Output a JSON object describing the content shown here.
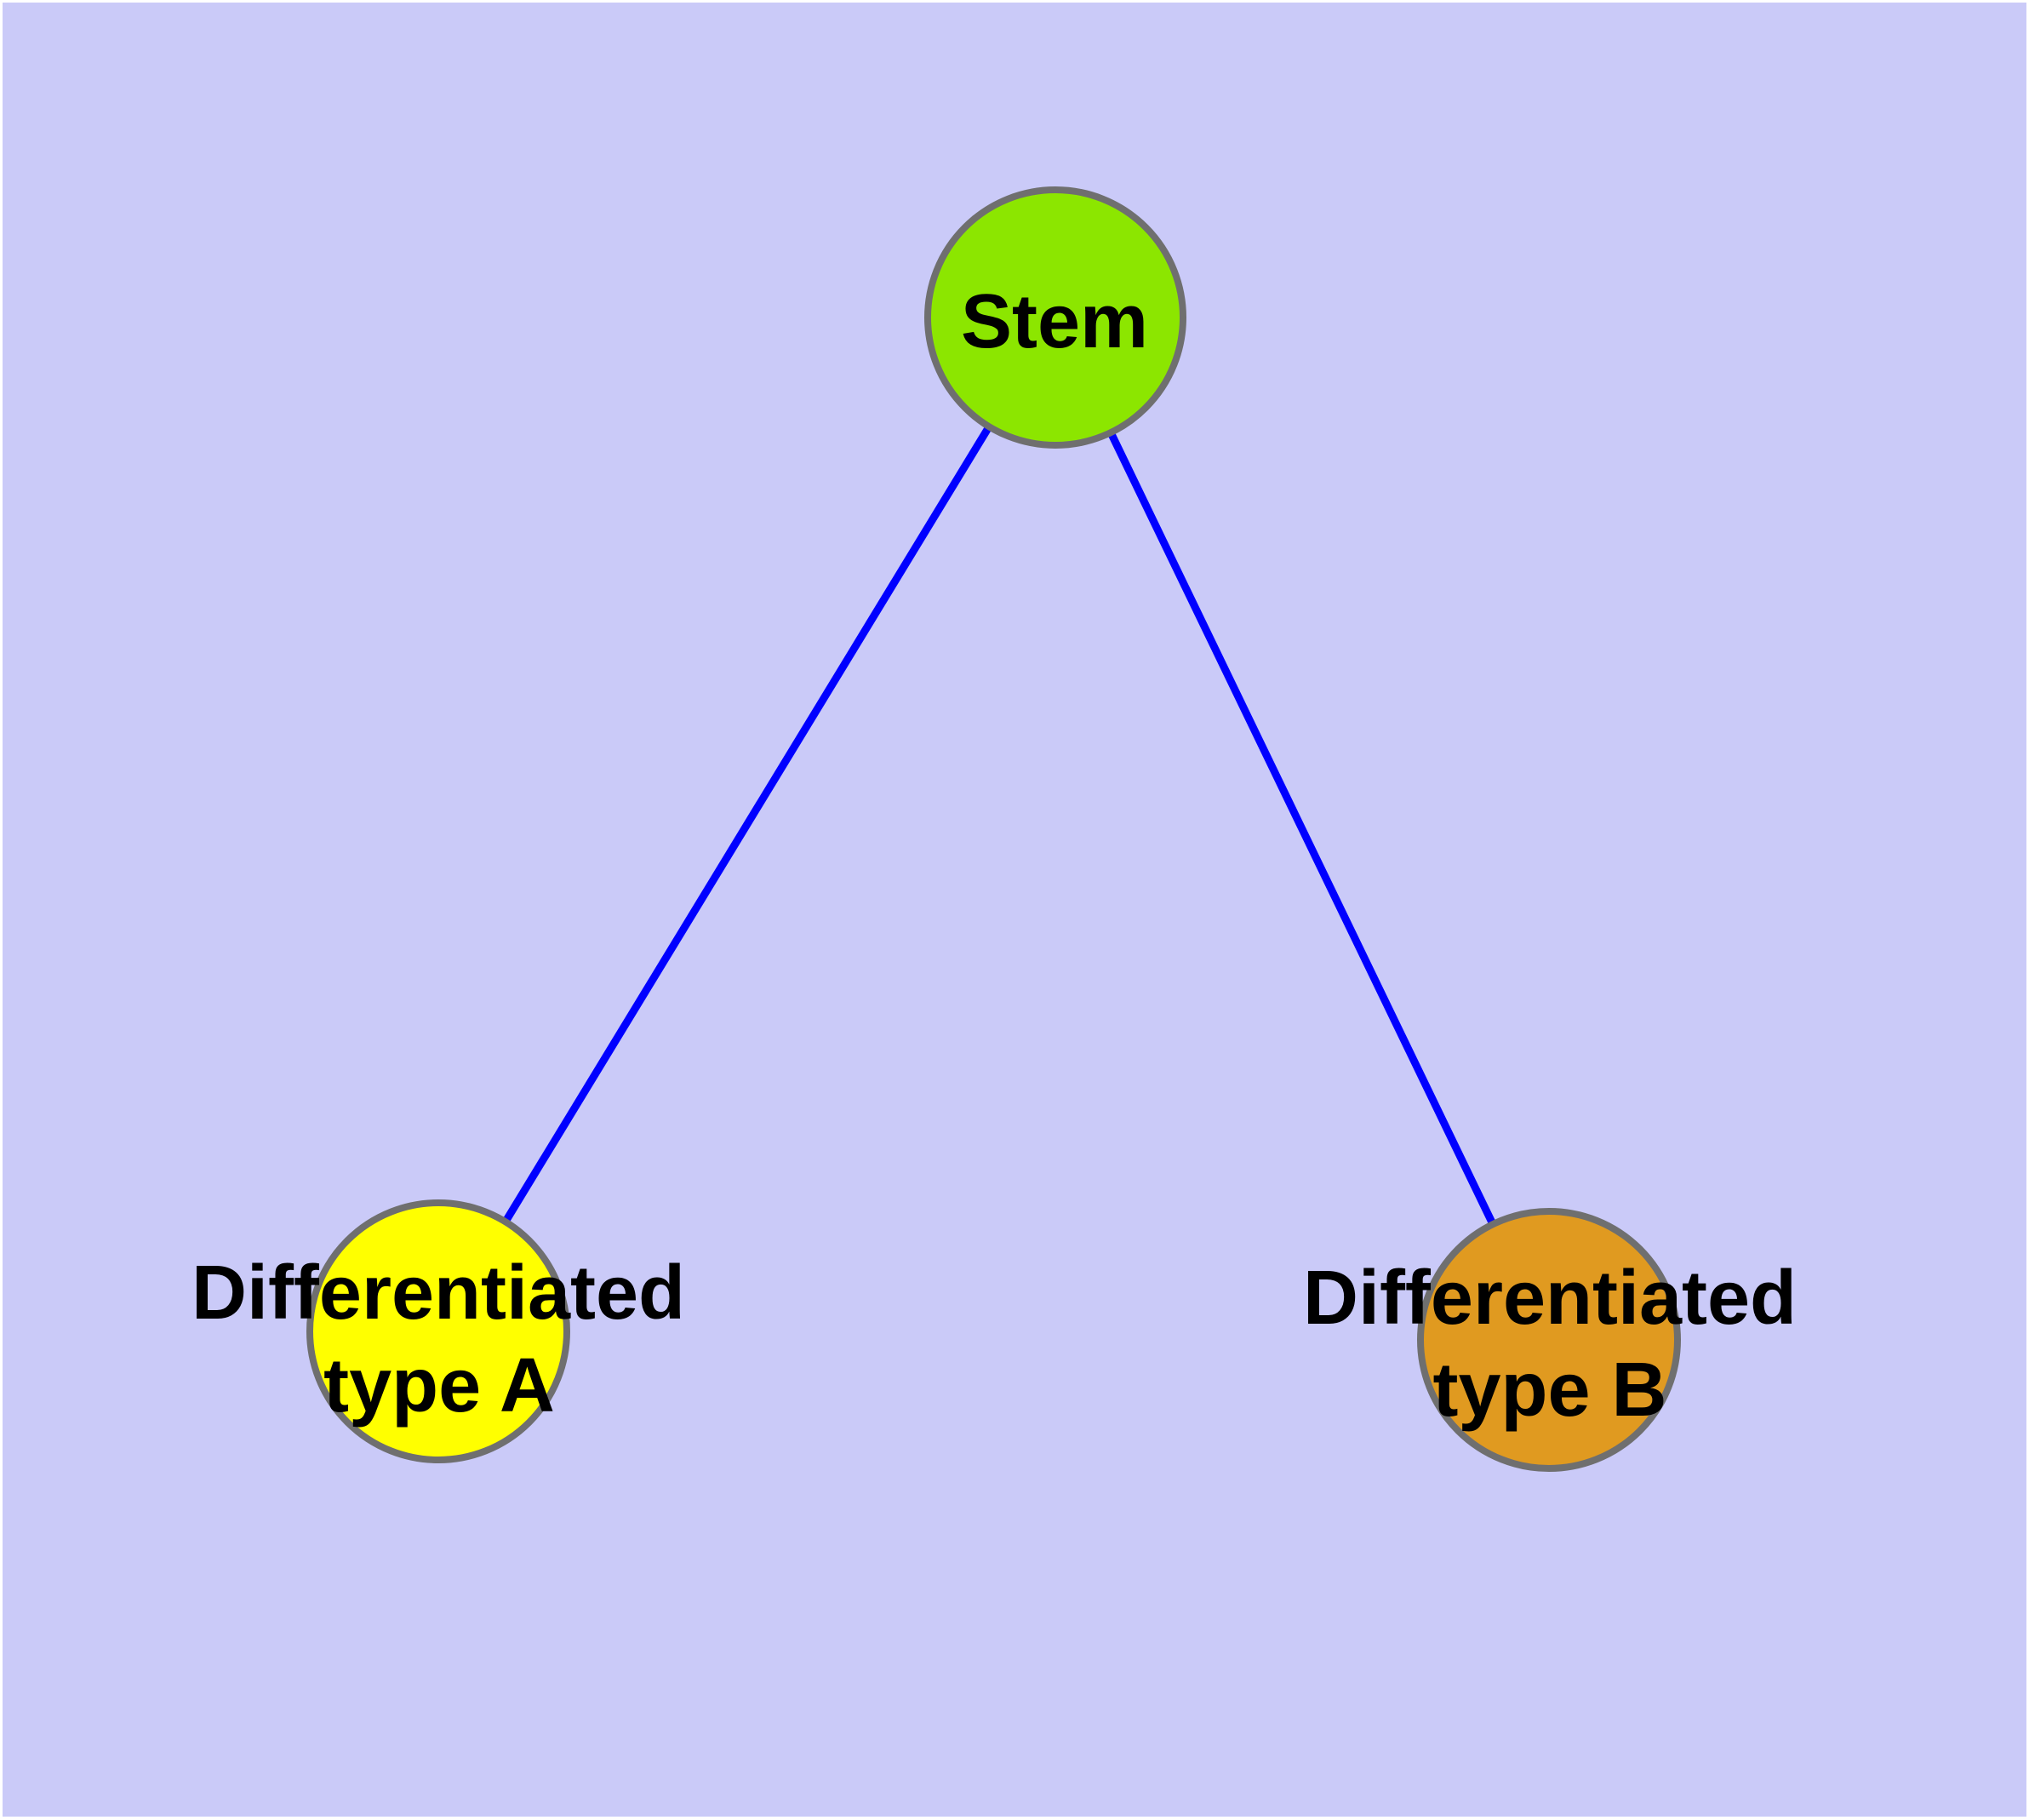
{
  "diagram": {
    "type": "node-link-graph",
    "colors": {
      "background": "#CACAF8",
      "frame": "#FFFFFF",
      "edge": "#0000FF",
      "node_border": "#6F6F6F",
      "label_text": "#000000"
    },
    "nodes": [
      {
        "id": "stem",
        "label": "Stem",
        "fill": "#8CE600"
      },
      {
        "id": "type-a",
        "label_line1": "Differentiated",
        "label_line2": "type A",
        "fill": "#FFFF00"
      },
      {
        "id": "type-b",
        "label_line1": "Differentiated",
        "label_line2": "type B",
        "fill": "#E09A20"
      }
    ],
    "edges": [
      {
        "from": "stem",
        "to": "type-a"
      },
      {
        "from": "stem",
        "to": "type-b"
      }
    ]
  }
}
